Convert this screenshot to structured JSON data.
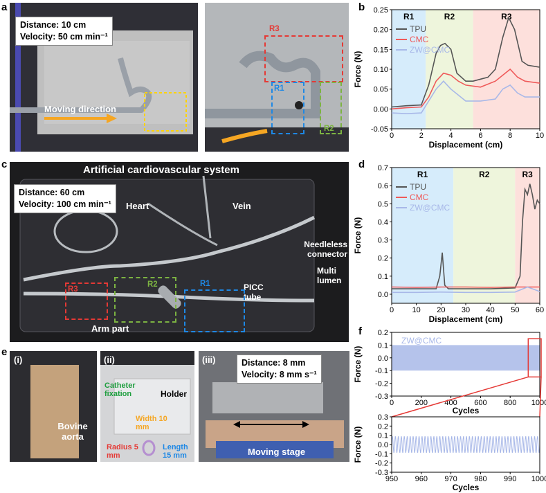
{
  "panels": {
    "a": {
      "label": "a",
      "info": {
        "distance": "Distance: 10 cm",
        "velocity": "Velocity: 50 cm min⁻¹"
      },
      "moving_direction": "Moving direction",
      "regions": {
        "r1": "R1",
        "r2": "R2",
        "r3": "R3"
      }
    },
    "b": {
      "label": "b"
    },
    "c": {
      "label": "c",
      "title": "Artificial cardiovascular system",
      "info": {
        "distance": "Distance: 60 cm",
        "velocity": "Velocity: 100 cm min⁻¹"
      },
      "heart": "Heart",
      "vein": "Vein",
      "needleless": "Needleless connector",
      "multi_lumen": "Multi lumen",
      "picc": "PICC tube",
      "arm": "Arm part",
      "regions": {
        "r1": "R1",
        "r2": "R2",
        "r3": "R3"
      }
    },
    "d": {
      "label": "d"
    },
    "e": {
      "label": "e",
      "sub_i": "(i)",
      "sub_ii": "(ii)",
      "sub_iii": "(iii)",
      "bovine_aorta": "Bovine aorta",
      "catheter_fixation": "Catheter fixation",
      "holder": "Holder",
      "width": "Width 10 mm",
      "length": "Length 15 mm",
      "radius": "Radius 5 mm",
      "info": {
        "distance": "Distance: 8 mm",
        "velocity": "Velocity: 8 mm s⁻¹"
      },
      "moving_stage": "Moving stage"
    },
    "f": {
      "label": "f"
    }
  },
  "colors": {
    "tpu": "#555555",
    "cmc": "#ef5a5a",
    "zw": "#a8b8e8",
    "r1": "#1e88e5",
    "r2": "#7cb342",
    "r3": "#e53935",
    "highlight": "#ffd400",
    "arrow": "#f5a623",
    "catheter_fix": "#1e9e3e",
    "width_text": "#f5a623",
    "length_text": "#1e88e5",
    "radius_text": "#e53935"
  },
  "chart_data": [
    {
      "id": "b",
      "type": "line",
      "xlabel": "Displacement (cm)",
      "ylabel": "Force (N)",
      "xlim": [
        0,
        10
      ],
      "ylim": [
        -0.05,
        0.25
      ],
      "xticks": [
        "0",
        "2",
        "4",
        "6",
        "8",
        "10"
      ],
      "yticks": [
        "-0.05",
        "0.00",
        "0.05",
        "0.10",
        "0.15",
        "0.20",
        "0.25"
      ],
      "regions": [
        {
          "label": "R1",
          "from": 0,
          "to": 2.3,
          "color": "#d6ecfb"
        },
        {
          "label": "R2",
          "from": 2.3,
          "to": 5.5,
          "color": "#eef5dc"
        },
        {
          "label": "R3",
          "from": 5.5,
          "to": 10,
          "color": "#fde0dc"
        }
      ],
      "legend": [
        "TPU",
        "CMC",
        "ZW@CMC"
      ],
      "series": [
        {
          "name": "TPU",
          "x": [
            0,
            1,
            2,
            2.5,
            3,
            3.3,
            3.6,
            4,
            4.4,
            5,
            5.5,
            6,
            6.5,
            7,
            7.5,
            7.9,
            8.3,
            8.8,
            9.2,
            10
          ],
          "y": [
            0.005,
            0.008,
            0.01,
            0.06,
            0.14,
            0.16,
            0.165,
            0.15,
            0.09,
            0.07,
            0.07,
            0.075,
            0.08,
            0.1,
            0.18,
            0.23,
            0.2,
            0.12,
            0.11,
            0.105
          ]
        },
        {
          "name": "CMC",
          "x": [
            0,
            1,
            2,
            2.5,
            3,
            3.5,
            4,
            4.5,
            5,
            6,
            7,
            7.5,
            8,
            8.5,
            9,
            10
          ],
          "y": [
            0.0,
            0.003,
            0.005,
            0.03,
            0.07,
            0.09,
            0.085,
            0.07,
            0.06,
            0.055,
            0.07,
            0.085,
            0.1,
            0.08,
            0.07,
            0.065
          ]
        },
        {
          "name": "ZW@CMC",
          "x": [
            0,
            1,
            2,
            2.5,
            3,
            3.5,
            4,
            5,
            6,
            7,
            7.5,
            8,
            8.5,
            9,
            10
          ],
          "y": [
            -0.01,
            -0.012,
            -0.01,
            0.02,
            0.05,
            0.07,
            0.05,
            0.02,
            0.02,
            0.025,
            0.05,
            0.06,
            0.04,
            0.03,
            0.03
          ]
        }
      ]
    },
    {
      "id": "d",
      "type": "line",
      "xlabel": "Displacement (cm)",
      "ylabel": "Force (N)",
      "xlim": [
        0,
        60
      ],
      "ylim": [
        -0.05,
        0.7
      ],
      "xticks": [
        "0",
        "10",
        "20",
        "30",
        "40",
        "50",
        "60"
      ],
      "yticks": [
        "0.0",
        "0.1",
        "0.2",
        "0.3",
        "0.4",
        "0.5",
        "0.6",
        "0.7"
      ],
      "regions": [
        {
          "label": "R1",
          "from": 0,
          "to": 25,
          "color": "#d6ecfb"
        },
        {
          "label": "R2",
          "from": 25,
          "to": 50,
          "color": "#eef5dc"
        },
        {
          "label": "R3",
          "from": 50,
          "to": 60,
          "color": "#fde0dc"
        }
      ],
      "legend": [
        "TPU",
        "CMC",
        "ZW@CMC"
      ],
      "series": [
        {
          "name": "TPU",
          "x": [
            0,
            10,
            18,
            19.5,
            20.5,
            21.5,
            23,
            30,
            40,
            50,
            52,
            53,
            54,
            55,
            56,
            57,
            58,
            59,
            60
          ],
          "y": [
            0.03,
            0.03,
            0.03,
            0.1,
            0.23,
            0.05,
            0.03,
            0.03,
            0.03,
            0.035,
            0.1,
            0.4,
            0.58,
            0.55,
            0.61,
            0.55,
            0.47,
            0.52,
            0.5
          ]
        },
        {
          "name": "CMC",
          "x": [
            0,
            10,
            20,
            30,
            40,
            50,
            55,
            60
          ],
          "y": [
            0.04,
            0.038,
            0.04,
            0.04,
            0.038,
            0.04,
            0.04,
            0.04
          ]
        },
        {
          "name": "ZW@CMC",
          "x": [
            0,
            10,
            20,
            30,
            40,
            50,
            55,
            60
          ],
          "y": [
            0.01,
            0.01,
            0.012,
            0.01,
            0.01,
            0.012,
            0.04,
            0.015
          ]
        }
      ]
    },
    {
      "id": "f-top",
      "type": "area",
      "xlabel": "Cycles",
      "ylabel": "Force (N)",
      "xlim": [
        0,
        1000
      ],
      "ylim": [
        -0.3,
        0.2
      ],
      "xticks": [
        "0",
        "200",
        "400",
        "600",
        "800",
        "1000"
      ],
      "yticks": [
        "-0.3",
        "-0.2",
        "-0.1",
        "0.0",
        "0.1",
        "0.2"
      ],
      "legend": [
        "ZW@CMC"
      ],
      "band": {
        "upper": 0.1,
        "lower": -0.1
      },
      "zoom_window": [
        950,
        1000
      ]
    },
    {
      "id": "f-bottom",
      "type": "line",
      "xlabel": "Cycles",
      "ylabel": "Force (N)",
      "xlim": [
        950,
        1000
      ],
      "ylim": [
        -0.3,
        0.3
      ],
      "xticks": [
        "950",
        "960",
        "970",
        "980",
        "990",
        "1000"
      ],
      "yticks": [
        "-0.3",
        "-0.2",
        "-0.1",
        "0.0",
        "0.1",
        "0.2",
        "0.3"
      ],
      "series": [
        {
          "name": "ZW@CMC",
          "amplitude": 0.09,
          "period": 1
        }
      ]
    }
  ]
}
